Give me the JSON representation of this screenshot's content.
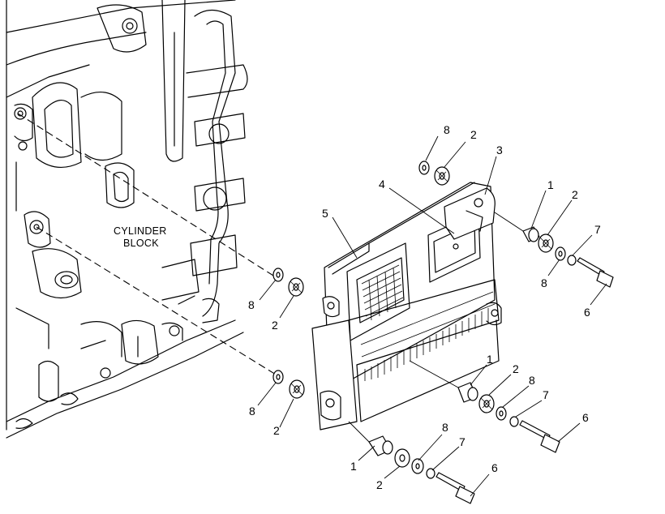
{
  "block_label": {
    "line1": "CYLINDER",
    "line2": "BLOCK"
  },
  "callouts": {
    "c1": "8",
    "c2": "2",
    "c3": "3",
    "c4": "4",
    "c5": "5",
    "c6": "1",
    "c7": "2",
    "c8": "7",
    "c9": "8",
    "c10": "6",
    "c11": "8",
    "c12": "2",
    "c13": "8",
    "c14": "2",
    "c15": "1",
    "c16": "2",
    "c17": "8",
    "c18": "7",
    "c19": "6",
    "c20": "8",
    "c21": "7",
    "c22": "1",
    "c23": "2",
    "c24": "6"
  }
}
